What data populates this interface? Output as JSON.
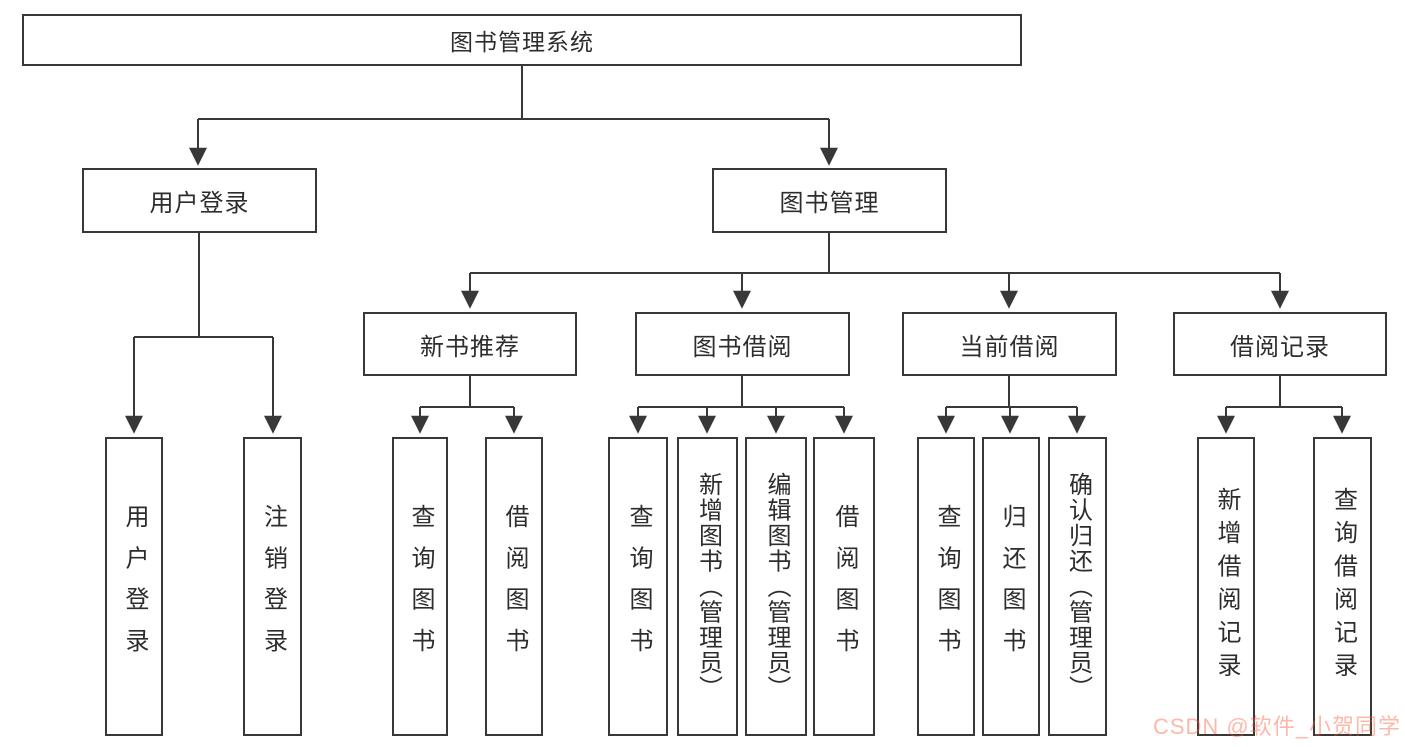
{
  "diagram_title": "图书管理系统",
  "canvas": {
    "background_hex": "#ffffff",
    "line_color_hex": "#383838",
    "text_color_hex": "#2d2d2d"
  },
  "tree": {
    "root": {
      "label": "图书管理系统"
    },
    "branches": [
      {
        "label": "用户登录",
        "children": [
          {
            "label": "用户登录"
          },
          {
            "label": "注销登录"
          }
        ]
      },
      {
        "label": "图书管理",
        "children": [
          {
            "label": "新书推荐",
            "children": [
              {
                "label": "查询图书"
              },
              {
                "label": "借阅图书"
              }
            ]
          },
          {
            "label": "图书借阅",
            "children": [
              {
                "label": "查询图书"
              },
              {
                "label": "新增图书（管理员）"
              },
              {
                "label": "编辑图书（管理员）"
              },
              {
                "label": "借阅图书"
              }
            ]
          },
          {
            "label": "当前借阅",
            "children": [
              {
                "label": "查询图书"
              },
              {
                "label": "归还图书"
              },
              {
                "label": "确认归还（管理员）"
              }
            ]
          },
          {
            "label": "借阅记录",
            "children": [
              {
                "label": "新增借阅记录"
              },
              {
                "label": "查询借阅记录"
              }
            ]
          }
        ]
      }
    ]
  },
  "watermark": {
    "text": "CSDN @软件_小贺同学",
    "color_hex": "#fc5531"
  }
}
